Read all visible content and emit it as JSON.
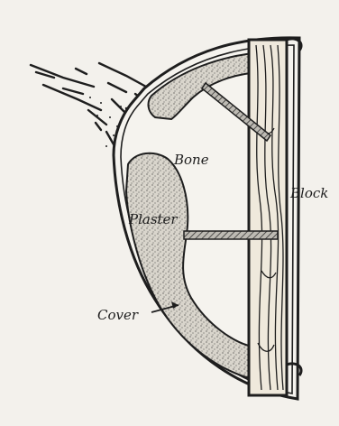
{
  "labels": {
    "bone": "Bone",
    "plaster": "Plaster",
    "block": "Block",
    "cover": "Cover"
  },
  "colors": {
    "paper": "#f3f1ec",
    "ink": "#1e1e1e",
    "plaster_fill": "#cfcbc2"
  }
}
